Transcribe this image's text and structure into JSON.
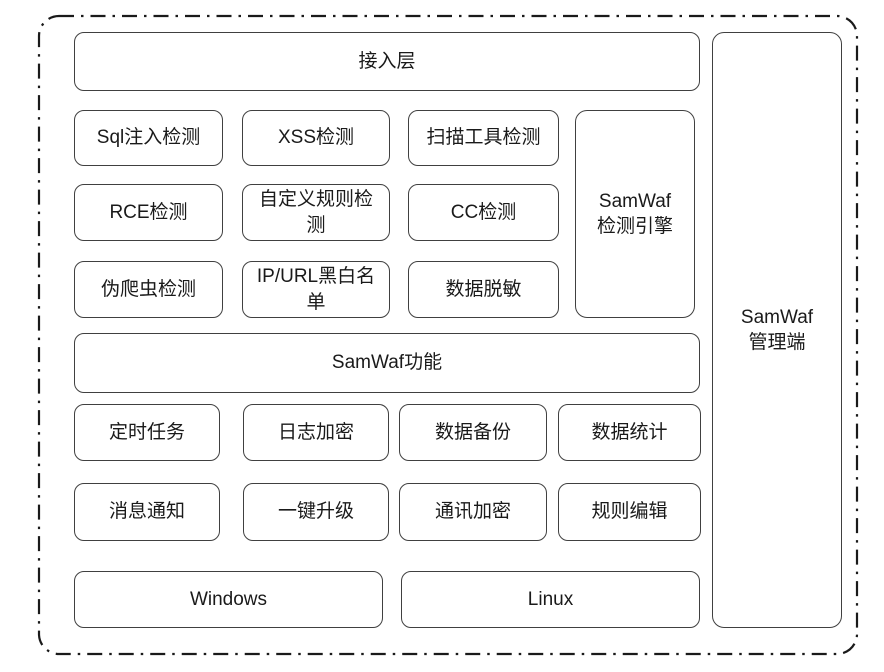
{
  "diagram": {
    "access_layer": {
      "label": "接入层"
    },
    "detection": {
      "engine_label": "SamWaf\n检测引擎",
      "boxes": [
        {
          "label": "Sql注入检测"
        },
        {
          "label": "XSS检测"
        },
        {
          "label": "扫描工具检测"
        },
        {
          "label": "RCE检测"
        },
        {
          "label": "自定义规则检\n测"
        },
        {
          "label": "CC检测"
        },
        {
          "label": "伪爬虫检测"
        },
        {
          "label": "IP/URL黑白名\n单"
        },
        {
          "label": "数据脱敏"
        }
      ]
    },
    "features": {
      "layer_label": "SamWaf功能",
      "boxes": [
        {
          "label": "定时任务"
        },
        {
          "label": "日志加密"
        },
        {
          "label": "数据备份"
        },
        {
          "label": "数据统计"
        },
        {
          "label": "消息通知"
        },
        {
          "label": "一键升级"
        },
        {
          "label": "通讯加密"
        },
        {
          "label": "规则编辑"
        }
      ]
    },
    "platforms": {
      "boxes": [
        {
          "label": "Windows"
        },
        {
          "label": "Linux"
        }
      ]
    },
    "management": {
      "label": "SamWaf\n管理端"
    },
    "colors": {
      "background": "#ffffff",
      "box_border": "#404040",
      "outer_border": "#1a1a1a",
      "text": "#1a1a1a"
    }
  }
}
